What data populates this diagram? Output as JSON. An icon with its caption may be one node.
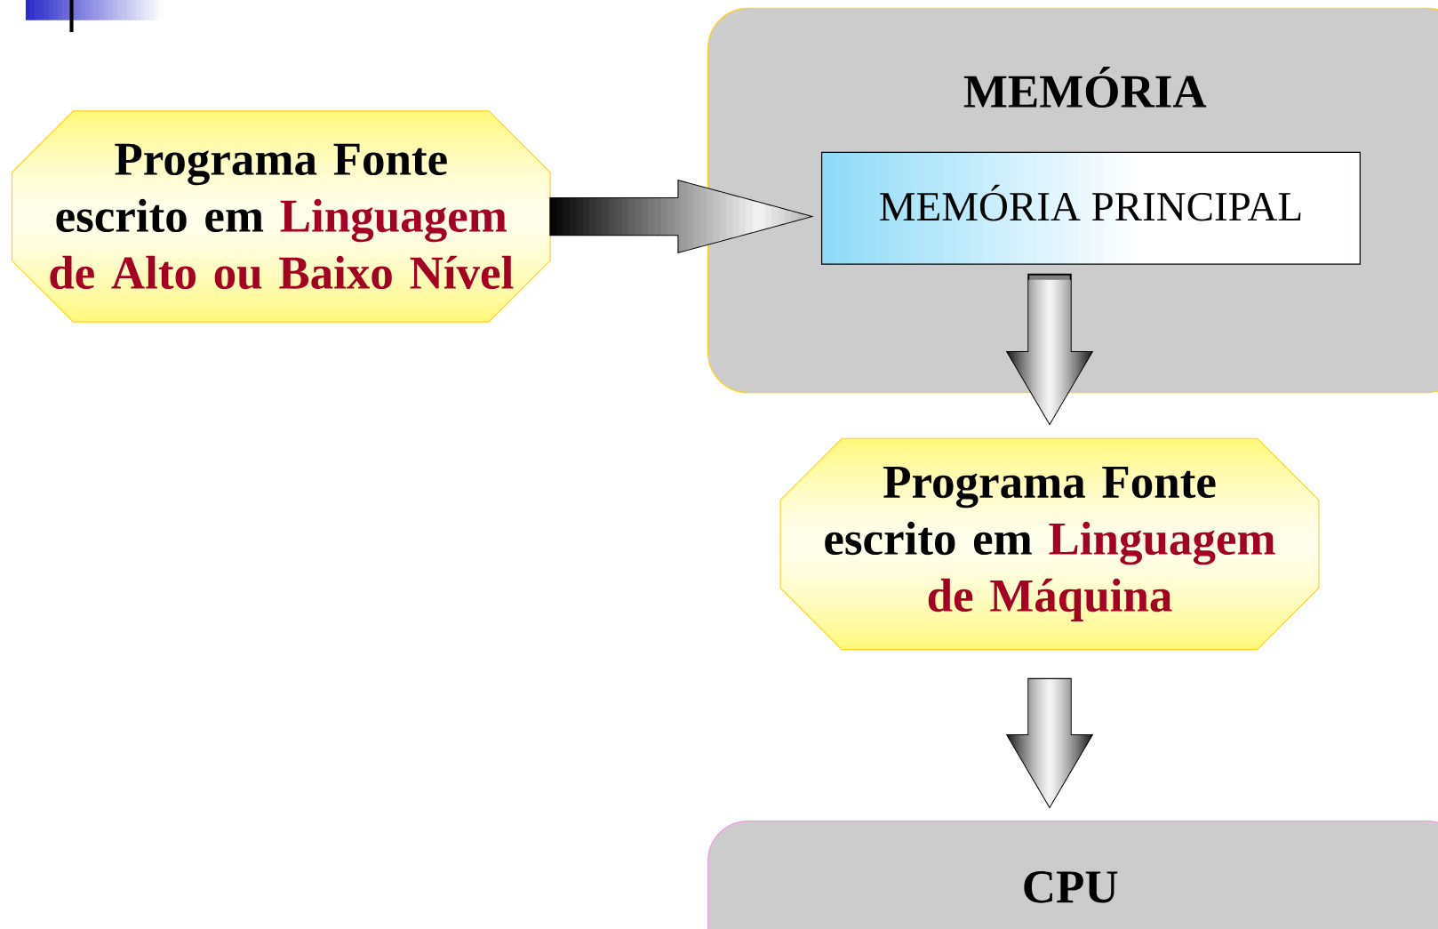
{
  "diagram": {
    "nodes": [
      {
        "text": [
          "Programa Fonte escrito em",
          "Linguagem de Alto ou Baixo Nível"
        ]
      },
      {
        "text": [
          "MEMÓRIA"
        ]
      },
      {
        "text": [
          "MEMÓRIA PRINCIPAL"
        ],
        "in": 1
      },
      {
        "text": [
          "Programa Fonte escrito em",
          "Linguagem de Máquina"
        ]
      },
      {
        "text": [
          "CPU"
        ]
      }
    ],
    "edges": [
      {
        "from": 0,
        "to": 2,
        "arrow": "to"
      },
      {
        "from": 2,
        "to": 3,
        "arrow": "to"
      },
      {
        "from": 3,
        "to": 4,
        "arrow": "to"
      }
    ]
  }
}
